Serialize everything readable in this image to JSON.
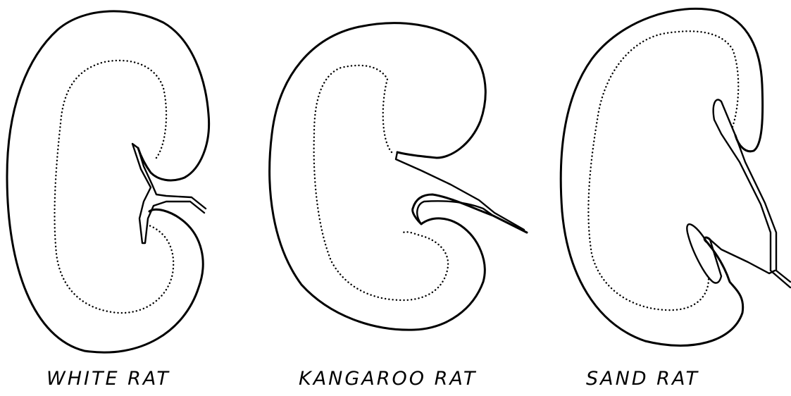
{
  "figure": {
    "kidneys": [
      {
        "id": "white-rat",
        "label": "WHITE RAT"
      },
      {
        "id": "kangaroo-rat",
        "label": "KANGAROO RAT"
      },
      {
        "id": "sand-rat",
        "label": "SAND RAT"
      }
    ]
  }
}
